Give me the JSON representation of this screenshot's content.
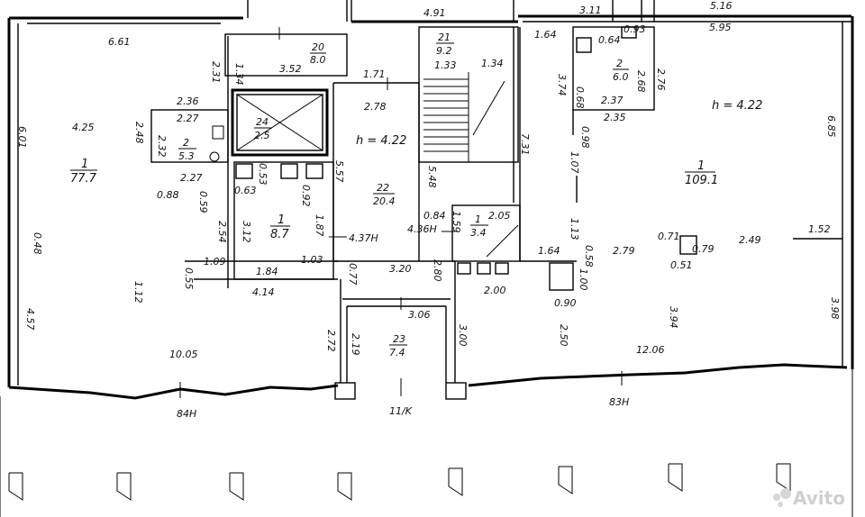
{
  "top_labels": [
    "4.91",
    "3.11",
    "5.16"
  ],
  "dims": [
    "6.61",
    "1.34",
    "3.52",
    "2.31",
    "2.36",
    "2.27",
    "2.48",
    "2.32",
    "2.27",
    "0.88",
    "0.59",
    "1.71",
    "2.78",
    "1.33",
    "1.34",
    "1.64",
    "0.64",
    "0.93",
    "5.95",
    "3.74",
    "0.68",
    "2.37",
    "2.68",
    "2.76",
    "2.35",
    "0.98",
    "7.31",
    "1.07",
    "6.85",
    "6.01",
    "4.25",
    "0.48",
    "4.57",
    "1.12",
    "10.05",
    "0.53",
    "0.63",
    "0.92",
    "3.12",
    "2.54",
    "1.87",
    "1.09",
    "1.84",
    "1.03",
    "0.55",
    "4.14",
    "5.57",
    "0.77",
    "3.20",
    "2.80",
    "5.48",
    "0.84",
    "1.59",
    "2.05",
    "1.64",
    "0.58",
    "1.13",
    "2.79",
    "0.71",
    "0.79",
    "0.51",
    "2.49",
    "1.52",
    "2.00",
    "1.00",
    "0.90",
    "3.06",
    "2.72",
    "2.19",
    "3.00",
    "2.50",
    "3.94",
    "12.06",
    "3.98"
  ],
  "rooms": [
    {
      "num": "20",
      "area": "8.0"
    },
    {
      "num": "21",
      "area": "9.2"
    },
    {
      "num": "2",
      "area": "6.0"
    },
    {
      "num": "24",
      "area": "2.5"
    },
    {
      "num": "2",
      "area": "5.3"
    },
    {
      "num": "1",
      "area": "77.7"
    },
    {
      "num": "22",
      "area": "20.4"
    },
    {
      "num": "1",
      "area": "8.7"
    },
    {
      "num": "1",
      "area": "3.4"
    },
    {
      "num": "1",
      "area": "109.1"
    },
    {
      "num": "23",
      "area": "7.4"
    }
  ],
  "heights": [
    "h = 4.22",
    "h = 4.22"
  ],
  "marks": [
    "4.37H",
    "4.36H",
    "84H",
    "11/K",
    "83H"
  ],
  "watermark": "Avito"
}
